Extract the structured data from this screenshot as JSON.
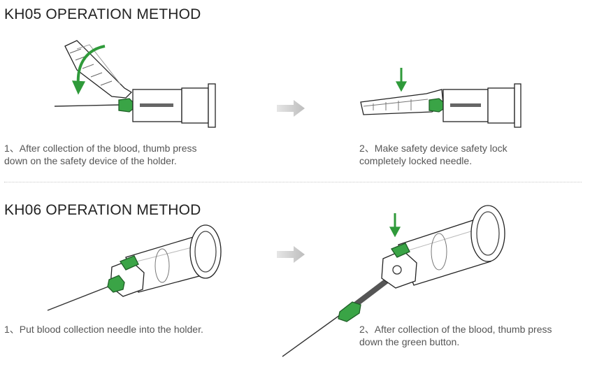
{
  "sections": [
    {
      "heading": "KH05 OPERATION METHOD",
      "steps": [
        "1、After collection of the blood, thumb press\ndown on the safety device of the holder.",
        "2、Make safety device safety lock\ncompletely locked needle."
      ]
    },
    {
      "heading": "KH06 OPERATION METHOD",
      "steps": [
        "1、Put blood collection needle into the holder.",
        "2、After collection of the blood, thumb press\ndown the green button."
      ]
    }
  ],
  "colors": {
    "accent_green": "#2f9a3a",
    "button_green": "#3aa446",
    "outline": "#222222",
    "arrow_gray": "#cfcfcf",
    "divider": "#c8c8c8",
    "heading_text": "#222222",
    "caption_text": "#555555"
  },
  "icons": {
    "step_arrow": "step-arrow-icon",
    "press_arrow": "press-down-arrow-icon",
    "rotate_arrow": "curved-rotate-arrow-icon"
  }
}
